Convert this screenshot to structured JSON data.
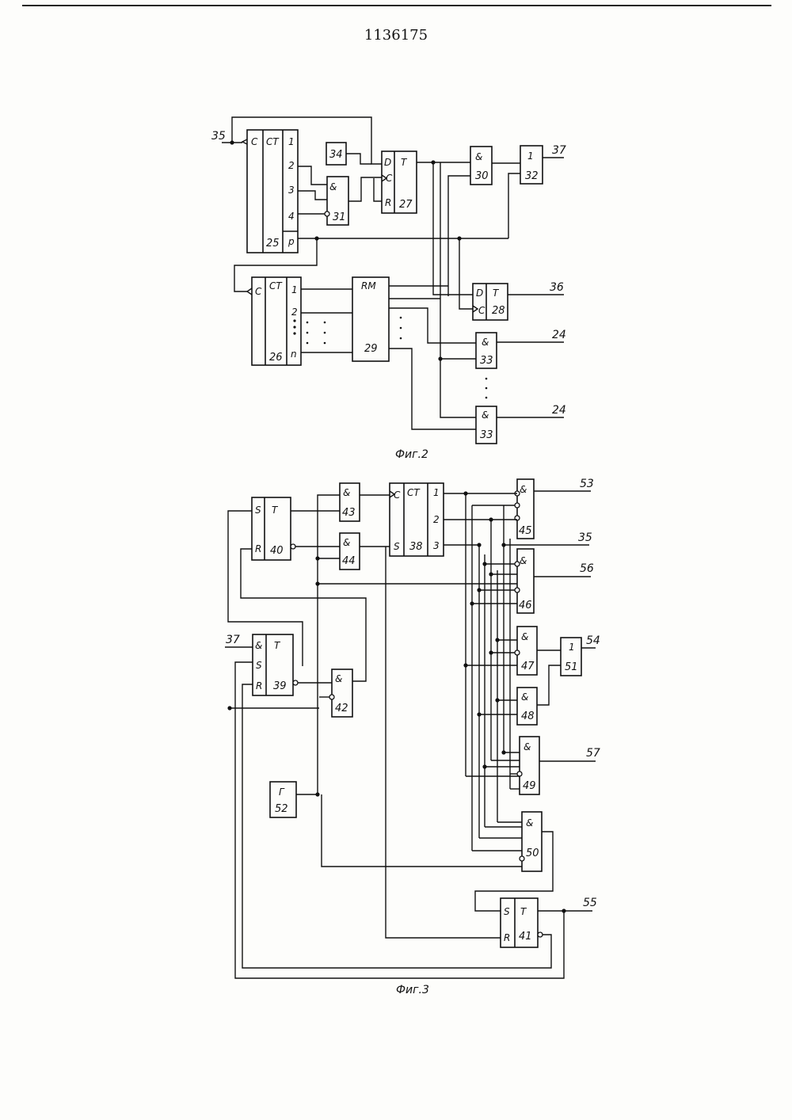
{
  "page": {
    "number": "1136175"
  },
  "fig2": {
    "caption": "Фиг.2",
    "blocks": {
      "ct25": {
        "type": "CT",
        "clock": "C",
        "outputs": [
          "1",
          "2",
          "3",
          "4"
        ],
        "carry": "p",
        "num": "25"
      },
      "c34": {
        "num": "34"
      },
      "t27": {
        "type": "T",
        "inputs": [
          "D",
          "C",
          "R"
        ],
        "num": "27"
      },
      "and31": {
        "type": "&",
        "num": "31"
      },
      "and30": {
        "type": "&",
        "num": "30"
      },
      "or32": {
        "type": "1",
        "num": "32"
      },
      "ct26": {
        "type": "CT",
        "clock": "C",
        "outputs": [
          "1",
          "2",
          "n"
        ],
        "num": "26"
      },
      "rm29": {
        "type": "RM",
        "num": "29"
      },
      "t28": {
        "type": "T",
        "inputs": [
          "D",
          "C"
        ],
        "num": "28"
      },
      "and33a": {
        "type": "&",
        "num": "33"
      },
      "and33b": {
        "type": "&",
        "num": "33"
      }
    },
    "external": {
      "in35": "35",
      "out37": "37",
      "out36": "36",
      "out24a": "24",
      "out24b": "24"
    }
  },
  "fig3": {
    "caption": "Фиг.3",
    "blocks": {
      "t40": {
        "type": "T",
        "inputs": [
          "S",
          "R"
        ],
        "num": "40"
      },
      "and43": {
        "type": "&",
        "num": "43"
      },
      "and44": {
        "type": "&",
        "num": "44"
      },
      "ct38": {
        "type": "CT",
        "inputs": [
          "C",
          "S"
        ],
        "outputs": [
          "1",
          "2",
          "3"
        ],
        "num": "38"
      },
      "t39": {
        "type": "T",
        "inputs": [
          "&",
          "S",
          "R"
        ],
        "num": "39"
      },
      "and42": {
        "type": "&",
        "num": "42"
      },
      "gen52": {
        "type": "Г",
        "num": "52"
      },
      "and45": {
        "type": "&",
        "num": "45"
      },
      "and46": {
        "type": "&",
        "num": "46"
      },
      "and47": {
        "type": "&",
        "num": "47"
      },
      "or51": {
        "type": "1",
        "num": "51"
      },
      "and48": {
        "type": "&",
        "num": "48"
      },
      "and49": {
        "type": "&",
        "num": "49"
      },
      "and50": {
        "type": "&",
        "num": "50"
      },
      "t41": {
        "type": "T",
        "inputs": [
          "S",
          "R"
        ],
        "num": "41"
      }
    },
    "external": {
      "in37": "37",
      "out53": "53",
      "out35": "35",
      "out56": "56",
      "out54": "54",
      "out57": "57",
      "out55": "55"
    }
  }
}
